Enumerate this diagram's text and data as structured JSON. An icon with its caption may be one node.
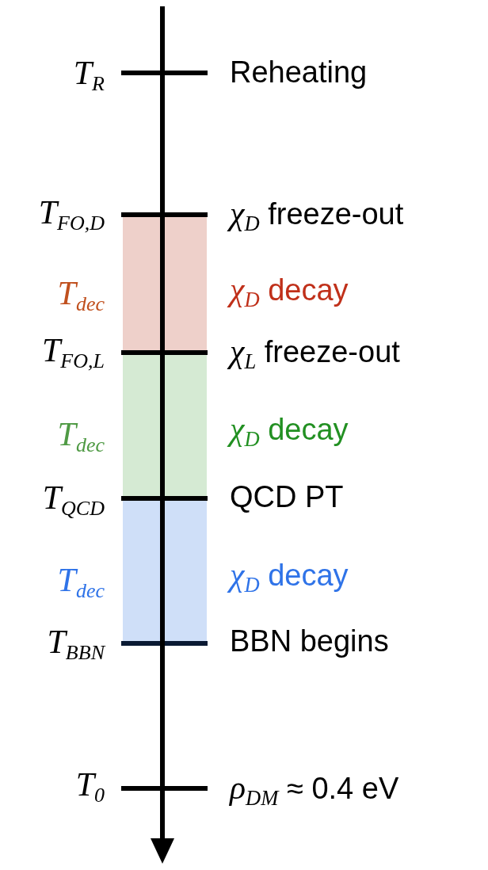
{
  "diagram": {
    "labels": [
      "T$_{R}$",
      "Reheating",
      "T$_{FO,D}$",
      "*χ*$_{D}$ freeze-out",
      "T$_{dec}$",
      "*χ*$_{D}$ decay",
      "T$_{FO,L}$",
      "*χ*$_{L}$ freeze-out",
      "T$_{dec}$",
      "*χ*$_{D}$ decay",
      "T$_{QCD}$",
      "QCD PT",
      "T$_{dec}$",
      "*χ*$_{D}$ decay",
      "T$_{BBN}$",
      "BBN begins",
      "T$_{0}$",
      "*ρ*$_{DM}$ ≈ 0.4 eV"
    ]
  }
}
